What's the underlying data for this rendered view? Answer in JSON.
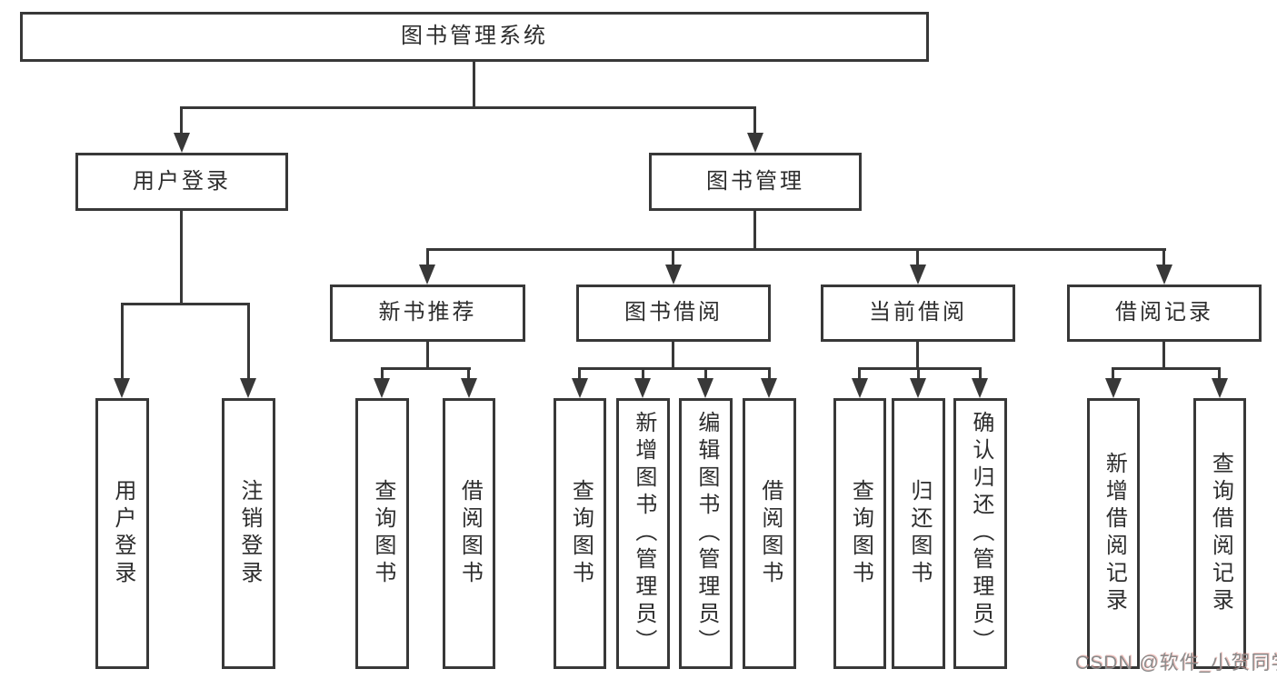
{
  "colors": {
    "background": "#ffffff",
    "line": "#383838",
    "text": "#2d2d2d",
    "watermark": "#8b8b8b"
  },
  "watermark": "CSDN @软件_小贺同学",
  "tree": {
    "root": "图书管理系统",
    "branches": [
      {
        "label": "用户登录",
        "children": [
          {
            "label": "用户登录"
          },
          {
            "label": "注销登录"
          }
        ]
      },
      {
        "label": "图书管理",
        "children": [
          {
            "label": "新书推荐",
            "children": [
              {
                "label": "查询图书"
              },
              {
                "label": "借阅图书"
              }
            ]
          },
          {
            "label": "图书借阅",
            "children": [
              {
                "label": "查询图书"
              },
              {
                "label": "新增图书（管理员）"
              },
              {
                "label": "编辑图书（管理员）"
              },
              {
                "label": "借阅图书"
              }
            ]
          },
          {
            "label": "当前借阅",
            "children": [
              {
                "label": "查询图书"
              },
              {
                "label": "归还图书"
              },
              {
                "label": "确认归还（管理员）"
              }
            ]
          },
          {
            "label": "借阅记录",
            "children": [
              {
                "label": "新增借阅记录"
              },
              {
                "label": "查询借阅记录"
              }
            ]
          }
        ]
      }
    ]
  }
}
